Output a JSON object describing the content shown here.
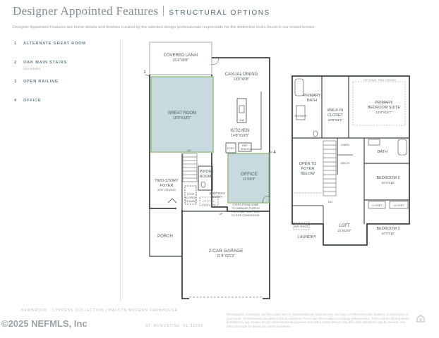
{
  "header": {
    "title": "Designer Appointed Features",
    "section": "STRUCTURAL OPTIONS",
    "subtitle": "Designer Appointed Features are home details and finishes curated by the talented design professionals responsible for the distinctive looks found in our model homes"
  },
  "options": [
    {
      "num": "1",
      "label": "ALTERNATE GREAT ROOM",
      "note": ""
    },
    {
      "num": "2",
      "label": "OAK MAIN STAIRS",
      "note": "(not shown)"
    },
    {
      "num": "3",
      "label": "OPEN RAILING",
      "note": ""
    },
    {
      "num": "4",
      "label": "OFFICE",
      "note": ""
    }
  ],
  "first_floor": {
    "covered_lanai": {
      "name": "COVERED LANAI",
      "dims": "15'4\"X8'8\""
    },
    "casual_dining": {
      "name": "CASUAL DINING",
      "dims": "13'8\"X8'8\""
    },
    "great_room": {
      "name": "GREAT ROOM",
      "dims": "18'9\"X18'5\""
    },
    "kitchen": {
      "name": "KITCHEN",
      "dims": "14'8\"X10'8\""
    },
    "office": {
      "name": "OFFICE",
      "dims": "11'X9'9\""
    },
    "two_story_foyer": {
      "name": "TWO-STORY",
      "name2": "FOYER",
      "note": "20'8\" CEILING"
    },
    "pwdr": {
      "name": "PWDR",
      "name2": "ROOM"
    },
    "stor": {
      "line1": "STOR",
      "line2": "SLOPED",
      "line3": "CEILING"
    },
    "everyday_entry": {
      "line1": "EVERYDAY",
      "line2": "ENTRY"
    },
    "drop_zone": {
      "line1": "OPTIONAL",
      "line2": "DROP ZONE"
    },
    "steps_note": [
      "STEPS FROM HOME",
      "TO GARAGE/ PORCH/",
      "PATIO MAY VARY DUE",
      "TO SITE CONDITIONS."
    ],
    "porch": "PORCH",
    "garage": {
      "name": "2-CAR GARAGE",
      "dims": "21'4\"X21'3\""
    },
    "pantry": "PTRY",
    "ref_space": {
      "line1": "REF.",
      "line2": "SPACE"
    },
    "dw": "DW",
    "up": "UP",
    "callout_1": "1",
    "callout_4": "4"
  },
  "second_floor": {
    "primary_bath": {
      "name": "PRIMARY",
      "name2": "BATH"
    },
    "walk_in_closet": {
      "name": "WALK-IN",
      "name2": "CLOSET",
      "dims": "10'9\"X6'4\""
    },
    "primary_suite": {
      "name": "PRIMARY",
      "name2": "BEDROOM SUITE",
      "dims": "14'8\"X14'7\"",
      "note": "OPTIONAL TRAY CEILING"
    },
    "shower": "SHOWER",
    "linen": "LINEN",
    "mech": "MECH",
    "bath": "BATH",
    "open_to_foyer": {
      "line1": "OPEN TO",
      "line2": "FOYER",
      "line3": "BELOW"
    },
    "bedroom2": {
      "name": "BEDROOM 2",
      "dims": "10'4\"X10'"
    },
    "bedroom3": {
      "name": "BEDROOM 3",
      "dims": "10'4\"X10'"
    },
    "closet": "CLOSET",
    "loft": {
      "name": "LOFT",
      "dims": "21'X10'8\""
    },
    "wd_space": "W/D SPACE",
    "laundry": "LAUNDRY",
    "dn": "DN"
  },
  "footer": {
    "collection": "NEWBROOK · CYPRESS COLLECTION | HALCYN MODERN FARMHOUSE",
    "location": "ST. AUGUSTINE, FL 32092",
    "legal": "Photographs, renderings, and floor plans are for representational purposes only and may not reflect the exact features or dimensions of your home. All dimensions are subject to field variations. Prices and offers subject to change without notice. This is not an offering where prohibited by law. Images are for representational purposes only and a Cruise Mercer may differ field alterations may be needed. See sales associate for details on current incentives.",
    "watermark": "©2025 NEFMLS, Inc"
  },
  "colors": {
    "highlight_fill": "#c8d9e0",
    "highlight_stroke": "#9cc48a",
    "wall": "#3c4448",
    "text": "#4d6f7a"
  }
}
